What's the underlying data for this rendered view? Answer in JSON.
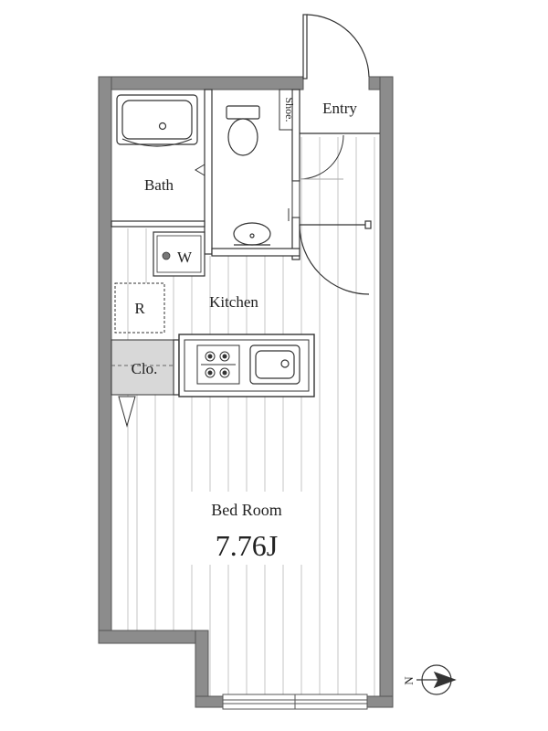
{
  "rooms": {
    "entry": "Entry",
    "shoe": "Shoe.",
    "bath": "Bath",
    "washer": "W",
    "refrigerator": "R",
    "kitchen": "Kitchen",
    "closet": "Clo.",
    "bedroom": "Bed Room",
    "bedroom_size": "7.76J"
  },
  "compass": {
    "north_label": "N"
  },
  "colors": {
    "wall": "#8c8c8c",
    "wall_edge": "#555555",
    "floor_line": "#c4c4c4",
    "closet_fill": "#d8d8d8",
    "fixture": "#333333"
  }
}
